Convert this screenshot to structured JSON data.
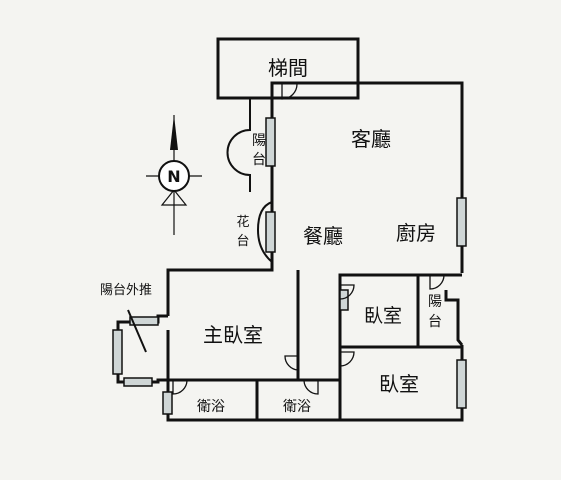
{
  "rooms": {
    "stairwell": "梯間",
    "living_room": "客廳",
    "dining_room": "餐廳",
    "kitchen": "廚房",
    "master_bedroom": "主臥室",
    "bedroom_small": "臥室",
    "bedroom_large": "臥室",
    "bath_left": "衛浴",
    "bath_right": "衛浴",
    "balcony_top_line1": "陽",
    "balcony_top_line2": "台",
    "balcony_right_line1": "陽",
    "balcony_right_line2": "台",
    "planter_line1": "花",
    "planter_line2": "台",
    "balcony_push_out": "陽台外推"
  },
  "compass": {
    "label": "N"
  },
  "colors": {
    "wall": "#111111",
    "window": "#cfd6d6",
    "background": "#f4f4f1"
  }
}
